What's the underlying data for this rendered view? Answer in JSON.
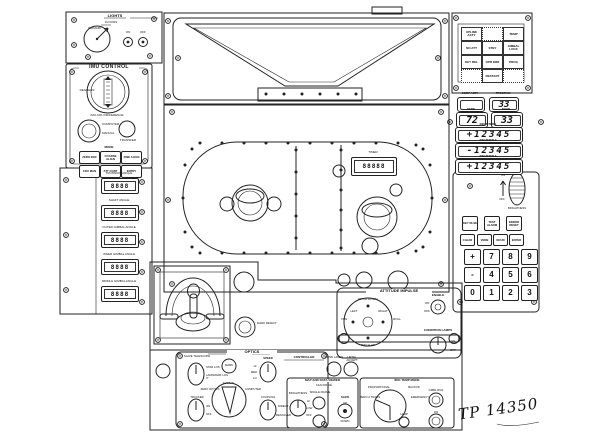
{
  "colors": {
    "ink": "#1d1d1d",
    "paper": "#ffffff"
  },
  "drawing_number": "TP 14350",
  "lights_panel": {
    "title": "LIGHTS",
    "flood": "FLOODS",
    "primary": "PRIMARY",
    "toggle_labels": [
      "ON",
      "OFF"
    ]
  },
  "imu_panel": {
    "title": "IMU CONTROL",
    "gauge_left": "DEGREES",
    "gauge_note": "IMU-CDU DIFFERENCE",
    "knob_top": "COMPUTER",
    "knob_bottom": "MANUAL",
    "transfer": "TRANSFER",
    "mode": "MODE",
    "mode_buttons": [
      "ZERO ENC",
      "COARSE ALIGN",
      "FINE ALIGN",
      "CDU MAN",
      "ATT CONT",
      "ENTRY"
    ]
  },
  "angle_counters": [
    {
      "label": "TRUNNION ANGLE",
      "value": "8888"
    },
    {
      "label": "SHAFT ANGLE",
      "value": "8888"
    },
    {
      "label": "OUTER GIMBAL ANGLE",
      "value": "8888"
    },
    {
      "label": "INNER GIMBAL ANGLE",
      "value": "8888"
    },
    {
      "label": "MIDDLE GIMBAL ANGLE",
      "value": "8888"
    }
  ],
  "eyepiece_panel": {
    "counter_label": "TIMER",
    "counter_value": "88888"
  },
  "bottom_section": {
    "reject_label": "MARK REJECT"
  },
  "attitude_panel": {
    "title": "ATTITUDE IMPULSE",
    "dial_top": "PITCH DOWN",
    "dial_left_arrow": "LEFT",
    "dial_right_arrow": "RIGHT",
    "dial_left": "YAW",
    "dial_right": "ROLL",
    "dial_bottom": "PITCH UP",
    "enable_label": "ENABLE",
    "enable_on": "ON",
    "enable_off": "OFF",
    "condition_label": "CONDITION LAMPS",
    "condition_on": "ON",
    "condition_off": "OFF"
  },
  "optics_panel": {
    "title": "OPTICS",
    "controller": "CONTROLLER",
    "slave_label": "SLAVE TELESCOPE",
    "slave_pos1": "STAR LOS",
    "slave_pos2": "LANDMARK LOS 0°",
    "mark": "MARK",
    "speed_label": "SPEED",
    "speed_hi": "HI",
    "speed_med": "MED",
    "speed_lo": "LO",
    "mode_left": "ZERO OPTICS",
    "mode_top": "MANUAL",
    "mode_right": "COMPUTER",
    "tracker_label": "TRACKER",
    "tracker_on": "ON",
    "tracker_off": "OFF",
    "coupling_label": "COUPLING",
    "coupling_pos1": "DIRECT",
    "coupling_pos2": "RESOLVED"
  },
  "aux_buttons": {
    "left": "COND LAMPS",
    "right": "UPTEL ACCEPT"
  },
  "map_viewer": {
    "title": "MAP AND DATA VIEWER",
    "film_drive": "FILM DRIVE",
    "brightness_label": "BRIGHTNESS",
    "pos_hi": "HI",
    "pos_low": "LOW",
    "pos_off": "OFF",
    "single_frame": "SINGLE FRAME",
    "slew": "SLEW",
    "up": "UP",
    "down": "DOWN"
  },
  "temp_panel": {
    "title": "IRIG TEMP MODE",
    "pos_top_left": "PROPORTIONAL",
    "pos_top_right": "BACKUP",
    "pos_left": "ZERO A TRANS",
    "pos_right": "EMERGENCY",
    "lamp": "LAMP",
    "btn_top": "GMBL RUN",
    "btn_bottom": "ON"
  },
  "dsky": {
    "status_lights": [
      [
        "UPLINK ACTY",
        "",
        "TEMP"
      ],
      [
        "NO ATT",
        "STBY",
        "GIMBAL LOCK"
      ],
      [
        "KEY REL",
        "OPR ERR",
        "PROG"
      ],
      [
        "",
        "RESTART",
        ""
      ]
    ],
    "comp_acty_label": "COMP ACTY",
    "program_label": "PROGRAM",
    "program_value": "33",
    "verb_label": "VERB",
    "verb_value": "72",
    "noun_label": "NOUN",
    "noun_value": "33",
    "registers": [
      {
        "label": "REGISTER 1",
        "value": "+12345"
      },
      {
        "label": "REGISTER 2",
        "value": "-12345"
      },
      {
        "label": "REGISTER 3",
        "value": "+12345"
      }
    ],
    "brightness_label": "BRIGHTNESS",
    "brightness_on": "ON",
    "brightness_off": "OFF",
    "keys_top": [
      "KEY RLSE",
      "TEST ALARM",
      "ERROR RESET"
    ],
    "keys_mid": [
      "CLEAR",
      "VERB",
      "NOUN",
      "ENTER"
    ],
    "keys_grid": [
      [
        "+",
        "7",
        "8",
        "9"
      ],
      [
        "-",
        "4",
        "5",
        "6"
      ],
      [
        "0",
        "1",
        "2",
        "3"
      ]
    ]
  }
}
